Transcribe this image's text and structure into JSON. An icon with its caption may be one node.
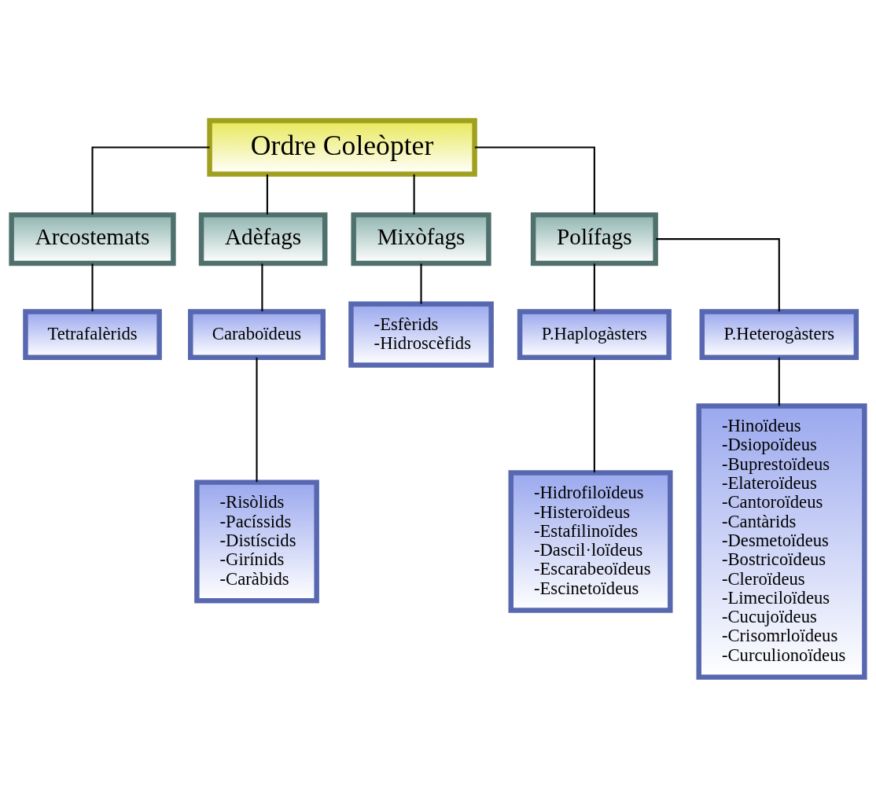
{
  "diagram": {
    "nodes": [
      {
        "text": [
          "Ordre Coleòpter"
        ]
      },
      {
        "text": [
          "Arcostemats"
        ]
      },
      {
        "text": [
          "Adèfags"
        ]
      },
      {
        "text": [
          "Mixòfags"
        ]
      },
      {
        "text": [
          "Polífags"
        ]
      },
      {
        "text": [
          "Tetrafalèrids"
        ]
      },
      {
        "text": [
          "Caraboïdeus"
        ]
      },
      {
        "text": [
          "-Esfèrids",
          "-Hidroscèfids"
        ]
      },
      {
        "text": [
          "-Risòlids",
          "-Pacíssids",
          "-Distíscids",
          "-Girínids",
          "-Caràbids"
        ]
      },
      {
        "text": [
          "P.Haplogàsters"
        ]
      },
      {
        "text": [
          "P.Heterogàsters"
        ]
      },
      {
        "text": [
          "-Hidrofiloïdeus",
          "-Histeroïdeus",
          "-Estafilinoïdes",
          "-Dascil·loïdeus",
          "-Escarabeoïdeus",
          "-Escinetoïdeus"
        ]
      },
      {
        "text": [
          "-Hinoïdeus",
          "-Dsiopoïdeus",
          "-Buprestoïdeus",
          "-Elateroïdeus",
          "-Cantoroïdeus",
          "-Cantàrids",
          "-Desmetoïdeus",
          "-Bostricoïdeus",
          "-Cleroïdeus",
          "-Limeciloïdeus",
          "-Cucujoïdeus",
          "-Crisomrloïdeus",
          "-Curculionoïdeus"
        ]
      }
    ],
    "edges": [
      {
        "from": 0,
        "to": 1,
        "arrow": "none"
      },
      {
        "from": 0,
        "to": 2,
        "arrow": "none"
      },
      {
        "from": 0,
        "to": 3,
        "arrow": "none"
      },
      {
        "from": 0,
        "to": 4,
        "arrow": "none"
      },
      {
        "from": 1,
        "to": 5,
        "arrow": "none"
      },
      {
        "from": 2,
        "to": 6,
        "arrow": "none"
      },
      {
        "from": 3,
        "to": 7,
        "arrow": "none"
      },
      {
        "from": 6,
        "to": 8,
        "arrow": "none"
      },
      {
        "from": 4,
        "to": 9,
        "arrow": "none"
      },
      {
        "from": 4,
        "to": 10,
        "arrow": "none"
      },
      {
        "from": 9,
        "to": 11,
        "arrow": "none"
      },
      {
        "from": 10,
        "to": 12,
        "arrow": "none"
      }
    ]
  }
}
